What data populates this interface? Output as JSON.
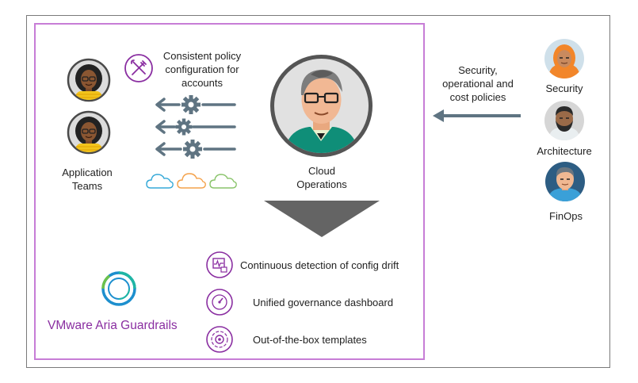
{
  "policy": {
    "line1": "Consistent policy",
    "line2": "configuration for",
    "line3": "accounts"
  },
  "app_teams": {
    "line1": "Application",
    "line2": "Teams"
  },
  "cloud_ops": {
    "line1": "Cloud",
    "line2": "Operations"
  },
  "policies": {
    "line1": "Security,",
    "line2": "operational and",
    "line3": "cost policies"
  },
  "personas": [
    {
      "label": "Security"
    },
    {
      "label": "Architecture"
    },
    {
      "label": "FinOps"
    }
  ],
  "features": [
    {
      "label": "Continuous detection of config drift",
      "icon": "monitor-chart-icon"
    },
    {
      "label": "Unified governance dashboard",
      "icon": "gauge-icon"
    },
    {
      "label": "Out-of-the-box templates",
      "icon": "gear-cycle-icon"
    }
  ],
  "brand": {
    "name": "VMware Aria Guardrails"
  },
  "colors": {
    "accent_purple": "#8a2ea1",
    "frame_purple": "#c77dd6",
    "arrow_gray": "#5f7482",
    "funnel_gray": "#646464",
    "cloud_blue": "#35a9d8",
    "cloud_orange": "#f4a24b",
    "cloud_green": "#8ac46b"
  }
}
